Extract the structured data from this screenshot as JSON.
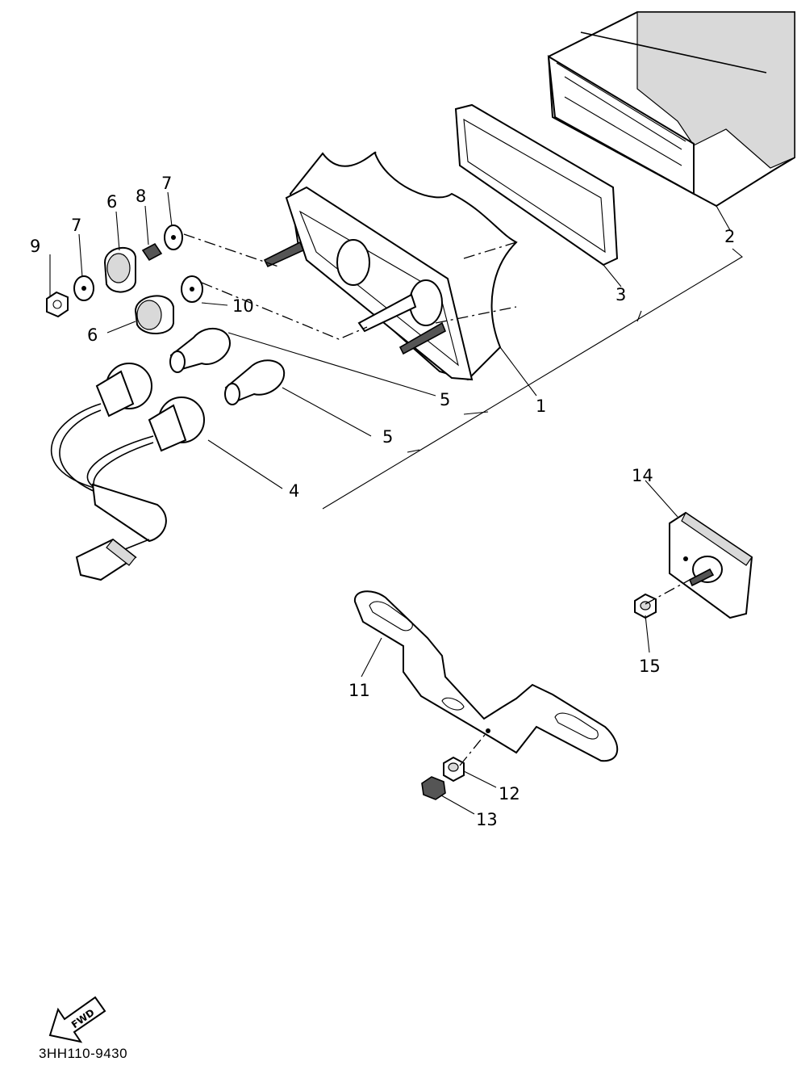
{
  "labels": {
    "p1": "1",
    "p2": "2",
    "p3": "3",
    "p4": "4",
    "p5a": "5",
    "p5b": "5",
    "p6a": "6",
    "p6b": "6",
    "p7a": "7",
    "p7b": "7",
    "p8": "8",
    "p9": "9",
    "p10": "10",
    "p11": "11",
    "p12": "12",
    "p13": "13",
    "p14": "14",
    "p15": "15"
  },
  "fwd_arrow_text": "FWD",
  "diagram_code": "3HH110-9430"
}
